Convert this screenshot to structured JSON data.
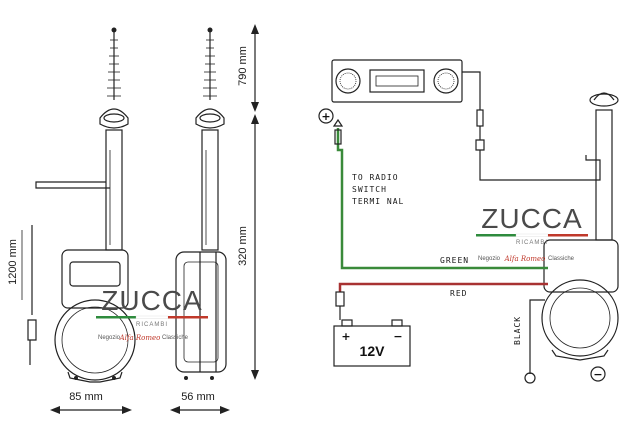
{
  "dimensions": {
    "mast_height": "790 mm",
    "body_height": "320 mm",
    "cable_length": "1200 mm",
    "width_front": "85 mm",
    "width_side": "56 mm"
  },
  "wiring": {
    "switch_label_1": "TO RADIO",
    "switch_label_2": "SWITCH",
    "switch_label_3": "TERMI NAL",
    "green": "GREEN",
    "red": "RED",
    "black": "BLACK",
    "battery": "12V",
    "plus_sign": "+",
    "minus_sign": "−",
    "batt_plus": "+",
    "batt_minus": "−"
  },
  "branding": {
    "logo": "ZUCCA",
    "subtitle": "RICAMBI",
    "tagline_left": "Negozio",
    "tagline_script": "Alfa Romeo",
    "tagline_right": "Classiche",
    "colors": {
      "green": "#2e8b3d",
      "red": "#c0392b",
      "wire_green": "#3a8a3a",
      "wire_red": "#a83232"
    }
  }
}
